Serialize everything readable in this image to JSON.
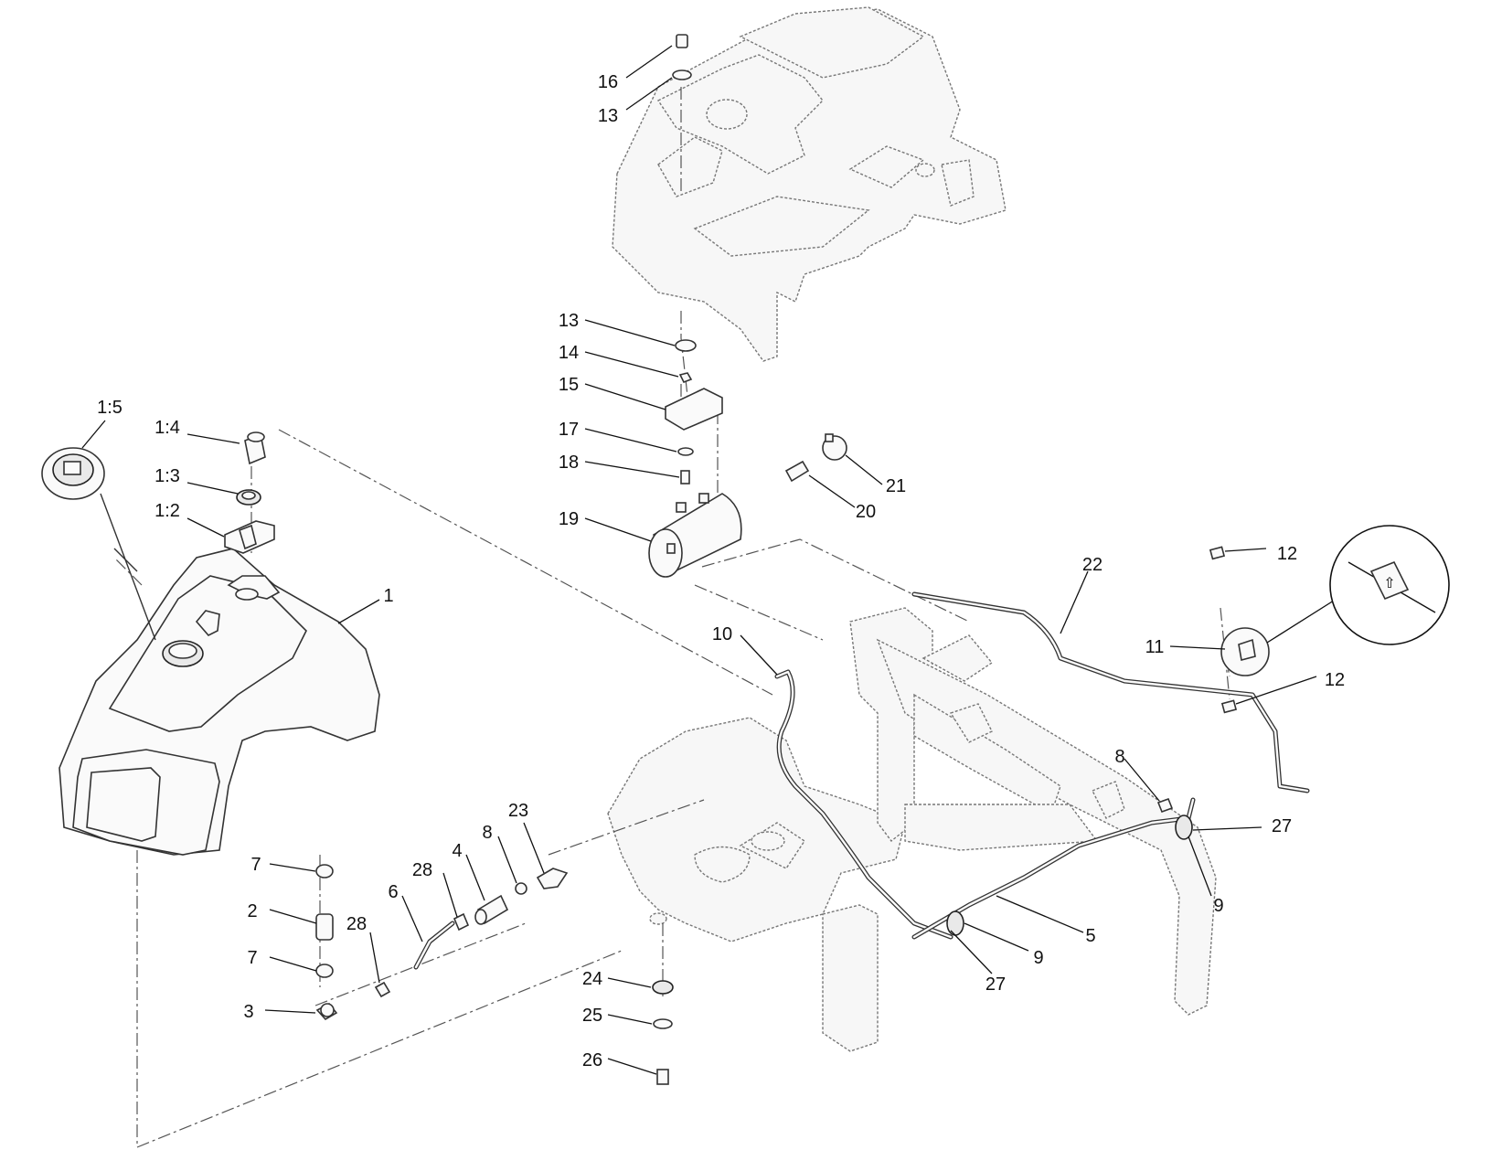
{
  "callouts": [
    {
      "label": "1:5"
    },
    {
      "label": "1:4"
    },
    {
      "label": "1:3"
    },
    {
      "label": "1:2"
    },
    {
      "label": "1"
    },
    {
      "label": "16"
    },
    {
      "label": "13"
    },
    {
      "label": "13"
    },
    {
      "label": "14"
    },
    {
      "label": "15"
    },
    {
      "label": "17"
    },
    {
      "label": "18"
    },
    {
      "label": "19"
    },
    {
      "label": "20"
    },
    {
      "label": "21"
    },
    {
      "label": "22"
    },
    {
      "label": "12"
    },
    {
      "label": "11"
    },
    {
      "label": "12"
    },
    {
      "label": "10"
    },
    {
      "label": "8"
    },
    {
      "label": "27"
    },
    {
      "label": "9"
    },
    {
      "label": "5"
    },
    {
      "label": "9"
    },
    {
      "label": "27"
    },
    {
      "label": "7"
    },
    {
      "label": "2"
    },
    {
      "label": "7"
    },
    {
      "label": "3"
    },
    {
      "label": "28"
    },
    {
      "label": "28"
    },
    {
      "label": "6"
    },
    {
      "label": "4"
    },
    {
      "label": "8"
    },
    {
      "label": "23"
    },
    {
      "label": "24"
    },
    {
      "label": "25"
    },
    {
      "label": "26"
    }
  ],
  "colors": {
    "line": "#333333",
    "fill": "#f7f7f7",
    "background": "#ffffff"
  }
}
